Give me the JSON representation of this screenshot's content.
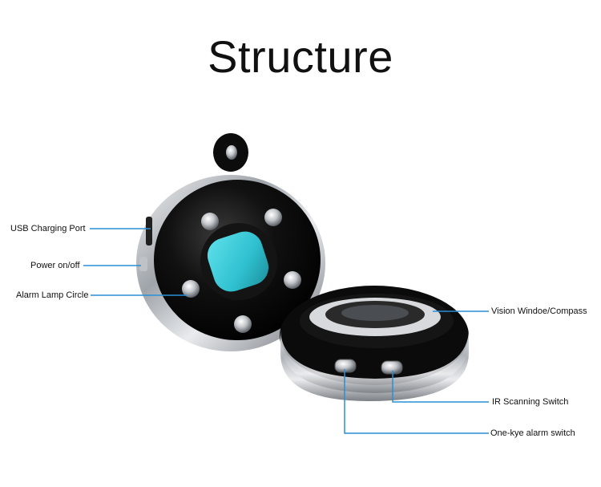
{
  "title": "Structure",
  "colors": {
    "leader": "#2a8fd6",
    "lens": "#35c7d6",
    "chrome": "#c9ccd0",
    "body": "#0b0b0b"
  },
  "labels": {
    "usb": "USB Charging Port",
    "power": "Power on/off",
    "alarm_lamp": "Alarm Lamp Circle",
    "vision": "Vision Windoe/Compass",
    "ir": "IR Scanning Switch",
    "onekey": "One-kye alarm switch"
  }
}
